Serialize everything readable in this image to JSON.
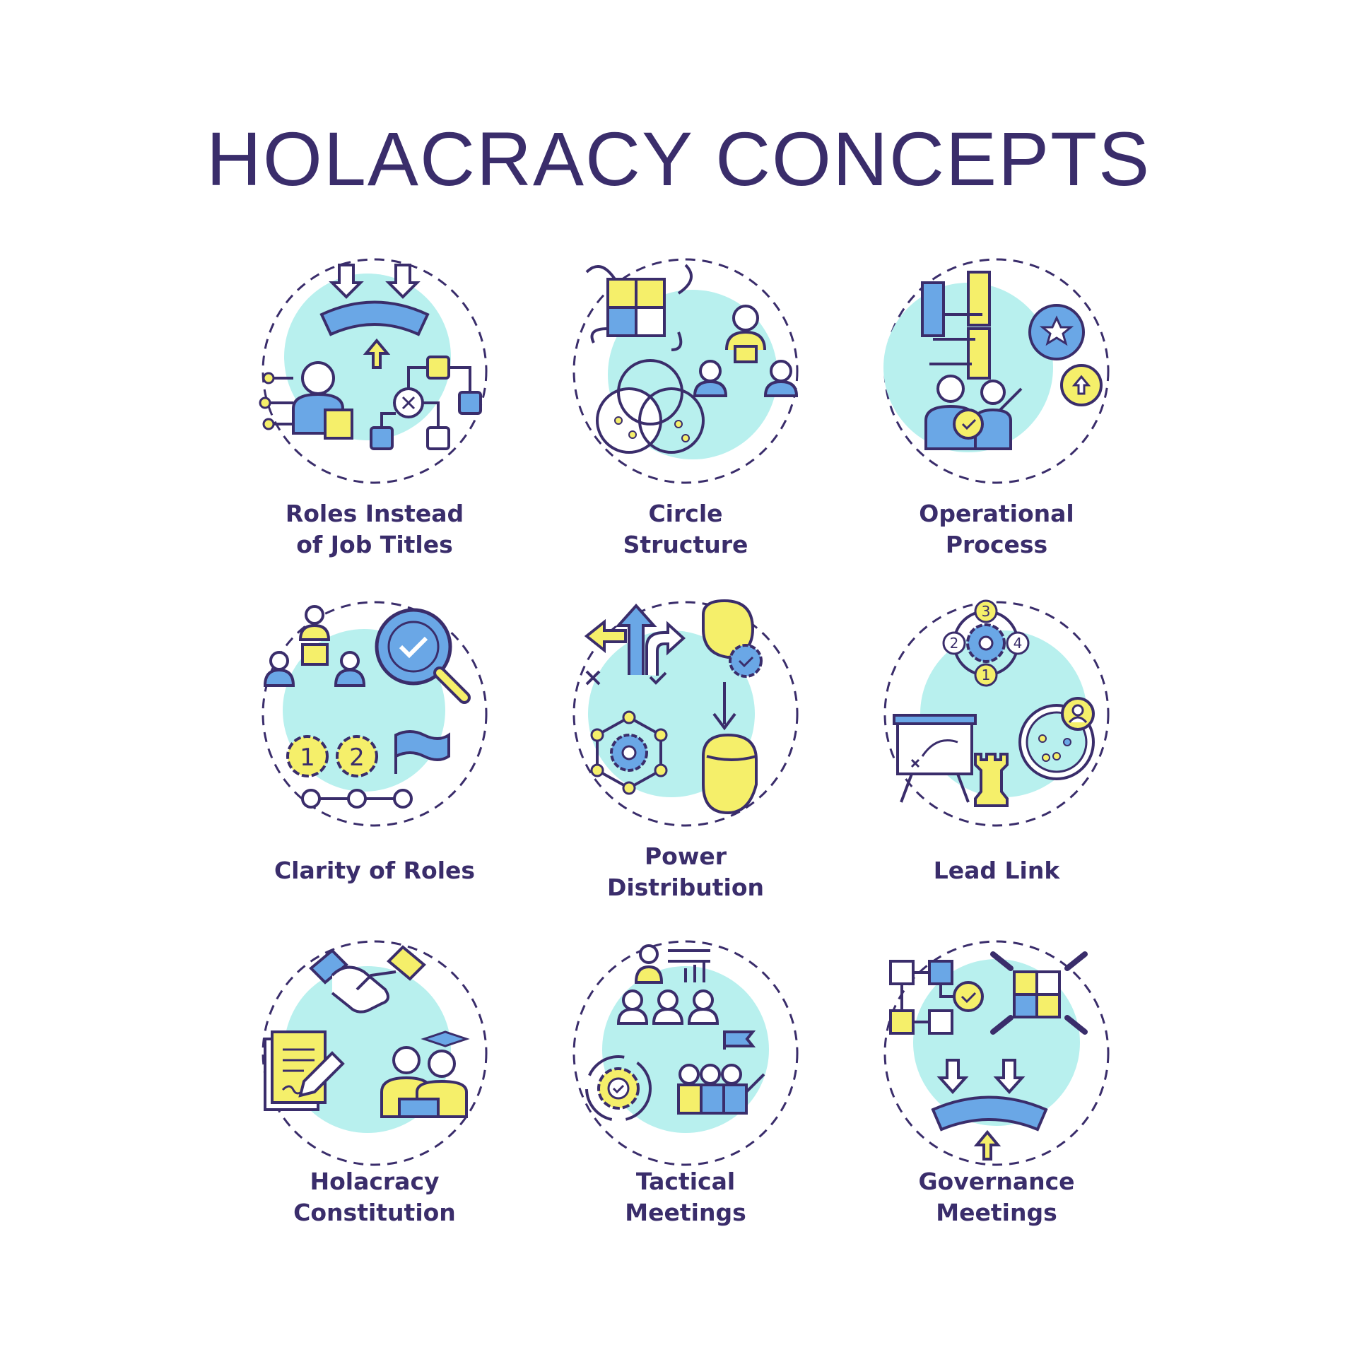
{
  "title": "HOLACRACY CONCEPTS",
  "colors": {
    "ink": "#3a2d6b",
    "mint": "#b8f0ee",
    "yellow": "#f5ef6a",
    "blue": "#6aa7e6"
  },
  "items": [
    {
      "icon": "roles-instead-of-job-titles-icon",
      "lines": [
        "Roles Instead",
        "of Job Titles"
      ]
    },
    {
      "icon": "circle-structure-icon",
      "lines": [
        "Circle",
        "Structure"
      ]
    },
    {
      "icon": "operational-process-icon",
      "lines": [
        "Operational",
        "Process"
      ]
    },
    {
      "icon": "clarity-of-roles-icon",
      "lines": [
        "Clarity of Roles",
        ""
      ]
    },
    {
      "icon": "power-distribution-icon",
      "lines": [
        "Power",
        "Distribution"
      ]
    },
    {
      "icon": "lead-link-icon",
      "lines": [
        "Lead Link",
        ""
      ]
    },
    {
      "icon": "holacracy-constitution-icon",
      "lines": [
        "Holacracy",
        "Constitution"
      ]
    },
    {
      "icon": "tactical-meetings-icon",
      "lines": [
        "Tactical",
        "Meetings"
      ]
    },
    {
      "icon": "governance-meetings-icon",
      "lines": [
        "Governance",
        "Meetings"
      ]
    }
  ],
  "lead_link_numbers": [
    "1",
    "2",
    "3",
    "4"
  ],
  "clarity_numbers": [
    "1",
    "2"
  ]
}
